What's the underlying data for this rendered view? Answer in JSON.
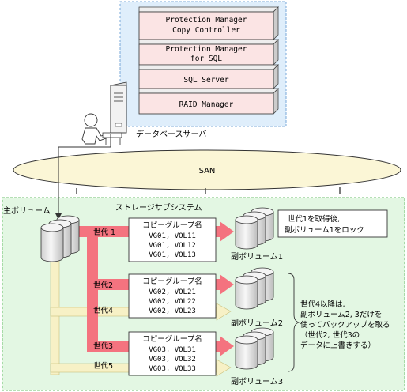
{
  "server_stack": {
    "layers": [
      [
        "Protection Manager",
        "Copy Controller"
      ],
      [
        "Protection Manager",
        "for SQL"
      ],
      [
        "SQL Server"
      ],
      [
        "RAID Manager"
      ]
    ]
  },
  "database_server_label": "データベースサーバ",
  "san_label": "SAN",
  "storage_subsystem_label": "ストレージサブシステム",
  "primary_volume_label": "主ボリューム",
  "generations": {
    "gen1": "世代 1",
    "gen2": "世代2",
    "gen3": "世代3",
    "gen4": "世代4",
    "gen5": "世代5"
  },
  "copy_groups": [
    {
      "title": "コピーグループ名",
      "items": [
        "VG01, VOL11",
        "VG01, VOL12",
        "VG01, VOL13"
      ]
    },
    {
      "title": "コピーグループ名",
      "items": [
        "VG02, VOL21",
        "VG02, VOL22",
        "VG02, VOL23"
      ]
    },
    {
      "title": "コピーグループ名",
      "items": [
        "VG03, VOL31",
        "VG03, VOL32",
        "VG03, VOL33"
      ]
    }
  ],
  "secondary_volumes": [
    "副ボリューム1",
    "副ボリューム2",
    "副ボリューム3"
  ],
  "note_lock": [
    "世代1を取得後,",
    "副ボリューム1をロック"
  ],
  "note_rotate": [
    "世代4以降は,",
    "副ボリューム2, 3だけを",
    "使ってバックアップを取る",
    "（世代2, 世代3の",
    "データに上書きする）"
  ],
  "colors": {
    "server_area": "#dfeefb",
    "storage_area": "#e3f7e3",
    "san_fill": "#fbf6d6",
    "box_fill": "#fbe4e4",
    "red_arrow": "#f4737f",
    "light_arrow": "#f7f1c6"
  }
}
